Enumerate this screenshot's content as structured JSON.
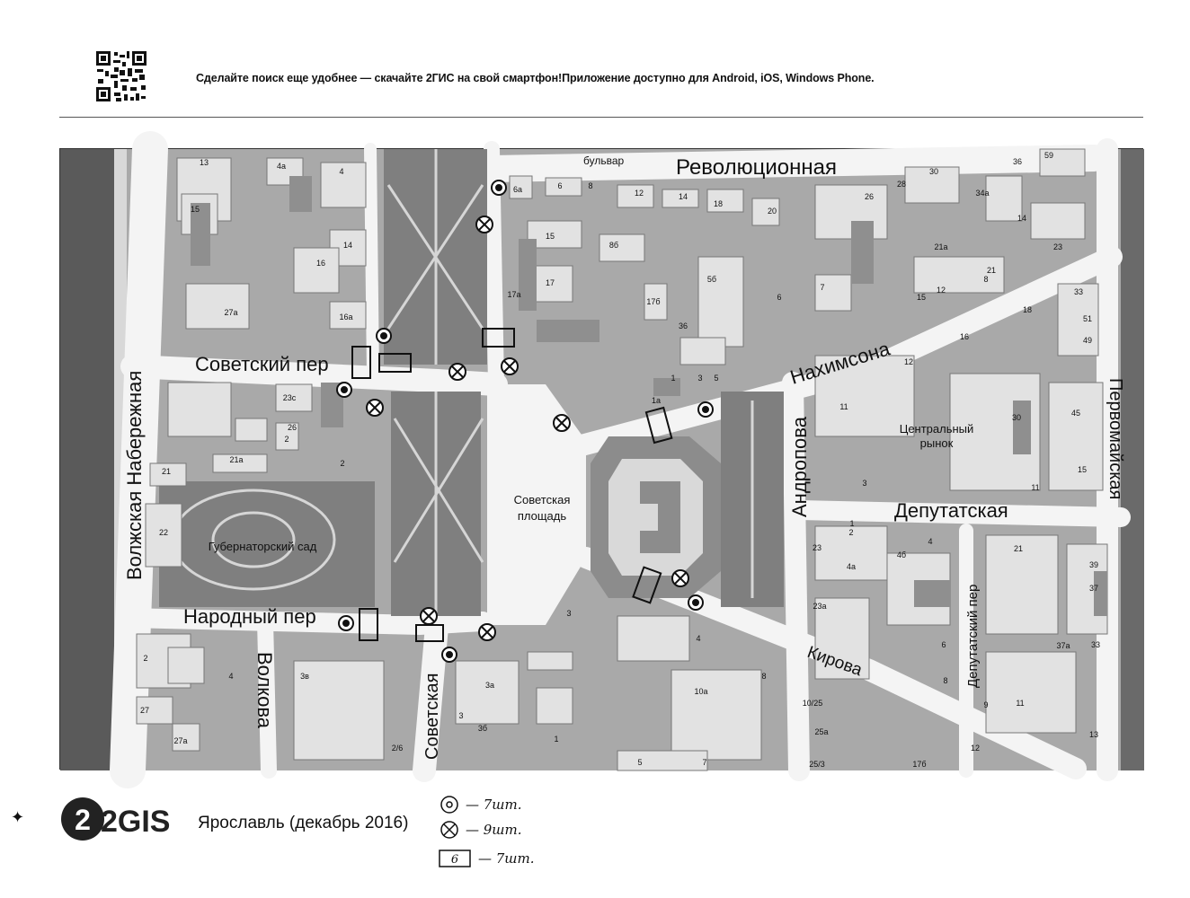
{
  "header": {
    "promo_text": "Сделайте поиск еще удобнее — скачайте 2ГИС на свой смартфон!Приложение доступно для Android, iOS, Windows Phone."
  },
  "map": {
    "streets": {
      "revolyutsionnaya": "Революционная",
      "bulvar": "бульвар",
      "nakhimsona": "Нахимсона",
      "sovetsky_per": "Советский пер",
      "volzhskaya": "Волжская Набережная",
      "narodny_per": "Народный пер",
      "volkova": "Волкова",
      "sovetskaya": "Советская",
      "andropova": "Андропова",
      "deputatskaya": "Депутатская",
      "deputatsky_per": "Депутатский пер",
      "pervomayskaya": "Первомайская",
      "kirova": "Кирова"
    },
    "places": {
      "sovetskaya_ploshchad_1": "Советская",
      "sovetskaya_ploshchad_2": "площадь",
      "central_market_1": "Центральный",
      "central_market_2": "рынок",
      "gubernatorsky_sad": "Губернаторский сад"
    },
    "house_numbers": [
      "13",
      "4а",
      "4",
      "15",
      "14",
      "16",
      "16а",
      "27а",
      "23с",
      "26",
      "2",
      "21а",
      "21",
      "22",
      "2",
      "6а",
      "6",
      "8",
      "12",
      "14",
      "18",
      "20",
      "15",
      "8б",
      "17а",
      "17",
      "17б",
      "36",
      "5б",
      "6",
      "3",
      "5",
      "1а",
      "1",
      "36",
      "59",
      "30",
      "28",
      "26",
      "34а",
      "14",
      "23",
      "21а",
      "21",
      "15",
      "12",
      "7",
      "8",
      "18",
      "16",
      "12",
      "33",
      "51",
      "49",
      "11",
      "30",
      "45",
      "15",
      "3",
      "11",
      "1",
      "2",
      "4",
      "4б",
      "4а",
      "23",
      "23а",
      "6",
      "8",
      "9",
      "11",
      "13",
      "12",
      "21",
      "39",
      "37",
      "37а",
      "33",
      "2",
      "4",
      "27",
      "27а",
      "3в",
      "2/6",
      "3",
      "3б",
      "3а",
      "3",
      "4",
      "8",
      "10а",
      "1",
      "5",
      "7",
      "10/25",
      "25а",
      "25/3",
      "17б"
    ]
  },
  "footer": {
    "brand": "2GIS",
    "city_date": "Ярославль (декабрь 2016)"
  },
  "legend": {
    "items": [
      {
        "symbol": "circle-dot",
        "text": "— 7шт."
      },
      {
        "symbol": "circle-cross",
        "text": "— 9шт."
      },
      {
        "symbol": "rect-6",
        "label": "6",
        "text": "— 7шт."
      }
    ]
  },
  "colors": {
    "road": "#f4f4f4",
    "block": "#a9a9a9",
    "building": "#e2e2e2",
    "park": "#7f7f7f",
    "water": "#5a5a5a"
  }
}
